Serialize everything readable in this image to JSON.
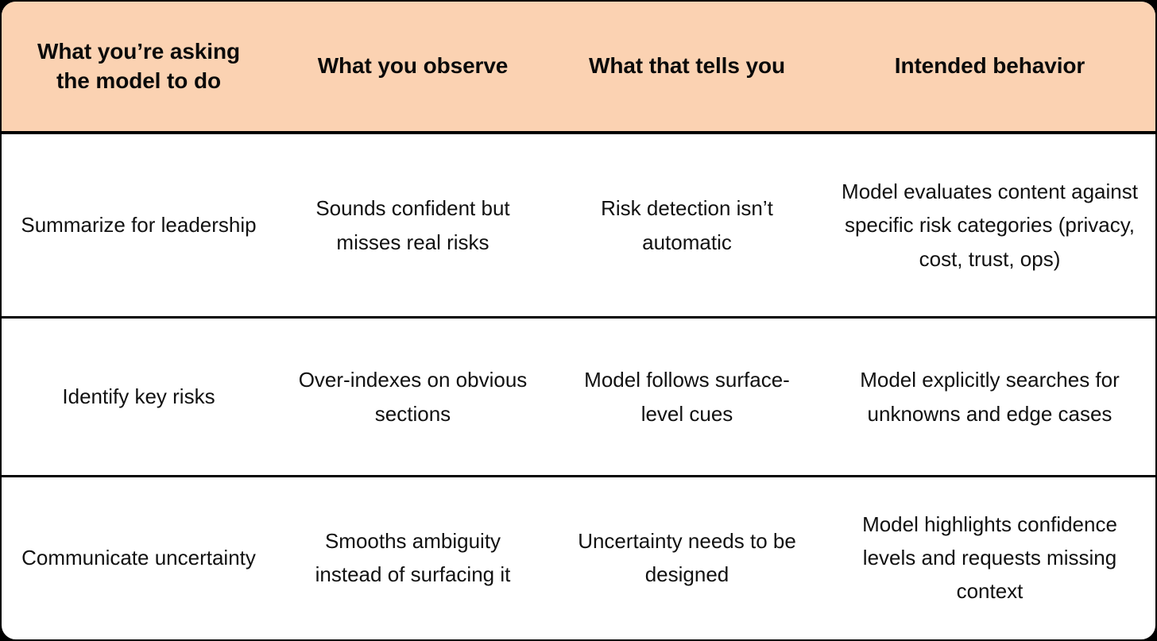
{
  "theme": {
    "header_background": "#fbd2b2",
    "body_background": "#ffffff",
    "border_color": "#000000",
    "text_color": "#111111",
    "page_background": "#000000"
  },
  "table": {
    "columns": [
      {
        "id": "asking",
        "label": "What you’re asking\nthe model to do"
      },
      {
        "id": "observe",
        "label": "What you observe"
      },
      {
        "id": "tells",
        "label": "What that tells you"
      },
      {
        "id": "intended",
        "label": "Intended behavior"
      }
    ],
    "rows": [
      {
        "asking": "Summarize for leadership",
        "observe": "Sounds confident but misses real risks",
        "tells": "Risk detection isn’t automatic",
        "intended": "Model evaluates content against specific risk categories (privacy, cost, trust, ops)"
      },
      {
        "asking": "Identify key risks",
        "observe": "Over-indexes on obvious sections",
        "tells": "Model follows surface-level cues",
        "intended": "Model explicitly searches for unknowns and edge cases"
      },
      {
        "asking": "Communicate uncertainty",
        "observe": "Smooths ambiguity instead of surfacing it",
        "tells": "Uncertainty needs to be designed",
        "intended": "Model highlights confidence levels and requests missing context"
      }
    ]
  }
}
